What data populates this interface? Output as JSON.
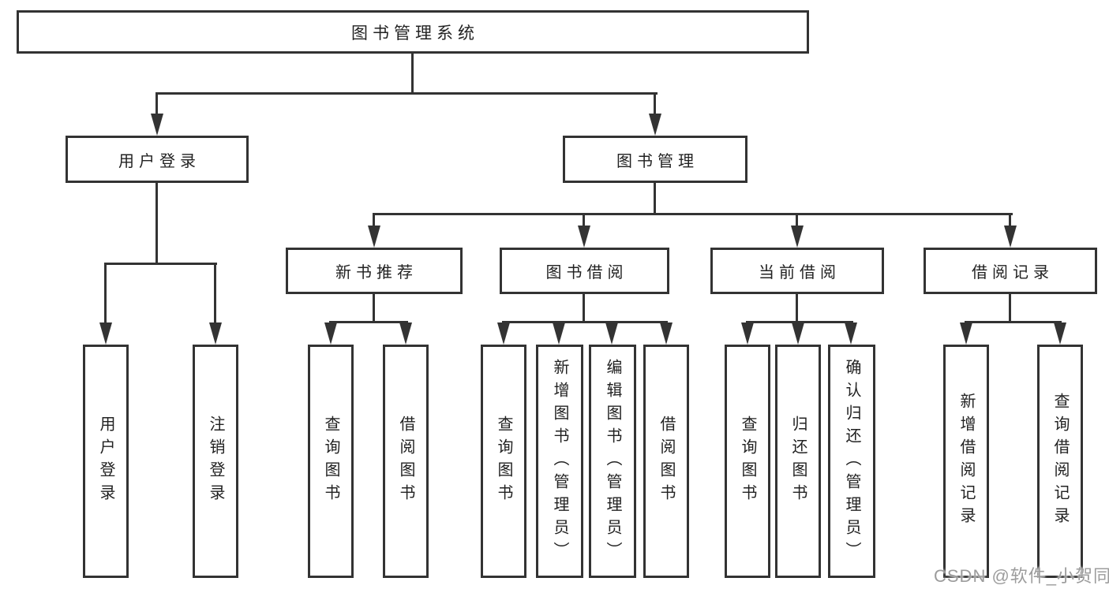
{
  "diagram": {
    "root": {
      "label": "图书管理系统"
    },
    "branches": [
      {
        "label": "用户登录",
        "children": [
          {
            "label": "用户登录"
          },
          {
            "label": "注销登录"
          }
        ]
      },
      {
        "label": "图书管理",
        "children": [
          {
            "label": "新书推荐",
            "children": [
              {
                "label": "查询图书"
              },
              {
                "label": "借阅图书"
              }
            ]
          },
          {
            "label": "图书借阅",
            "children": [
              {
                "label": "查询图书"
              },
              {
                "label": "新增图书（管理员）"
              },
              {
                "label": "编辑图书（管理员）"
              },
              {
                "label": "借阅图书"
              }
            ]
          },
          {
            "label": "当前借阅",
            "children": [
              {
                "label": "查询图书"
              },
              {
                "label": "归还图书"
              },
              {
                "label": "确认归还（管理员）"
              }
            ]
          },
          {
            "label": "借阅记录",
            "children": [
              {
                "label": "新增借阅记录"
              },
              {
                "label": "查询借阅记录"
              }
            ]
          }
        ]
      }
    ]
  },
  "watermark": "CSDN @软件_小贺同学",
  "colors": {
    "line": "#333333",
    "text": "#222222",
    "watermark": "#9c9c9c",
    "background": "#ffffff"
  }
}
